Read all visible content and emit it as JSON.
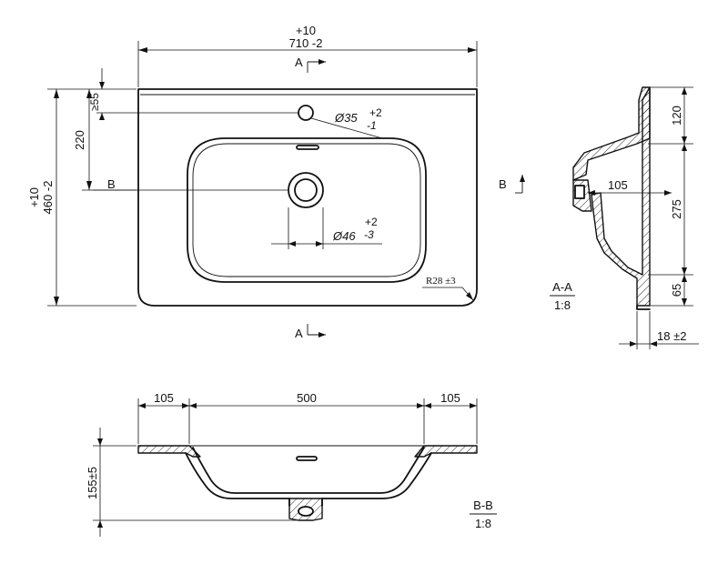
{
  "plan_view": {
    "width_tol": "+10",
    "width_value": "710 -2",
    "depth_tol": "+10",
    "depth_value": "460 -2",
    "tap_hole_offset": "≥55",
    "drain_offset": "220",
    "tap_hole_dia": "Ø35",
    "tap_hole_tol_plus": "+2",
    "tap_hole_tol_minus": "-1",
    "drain_dia": "Ø46",
    "drain_tol_plus": "+2",
    "drain_tol_minus": "-3",
    "corner_radius": "R28 ±3",
    "section_a_top": "A",
    "section_a_bottom": "A",
    "section_b_left": "B",
    "section_b_right": "B"
  },
  "section_aa": {
    "title": "A-A",
    "scale": "1:8",
    "dim_top": "120",
    "dim_middle": "275",
    "dim_bottom": "65",
    "dim_drain_depth": "105",
    "dim_thickness": "18 ±2"
  },
  "section_bb": {
    "title": "B-B",
    "scale": "1:8",
    "dim_left": "105",
    "dim_center": "500",
    "dim_right": "105",
    "dim_height": "155±5"
  }
}
